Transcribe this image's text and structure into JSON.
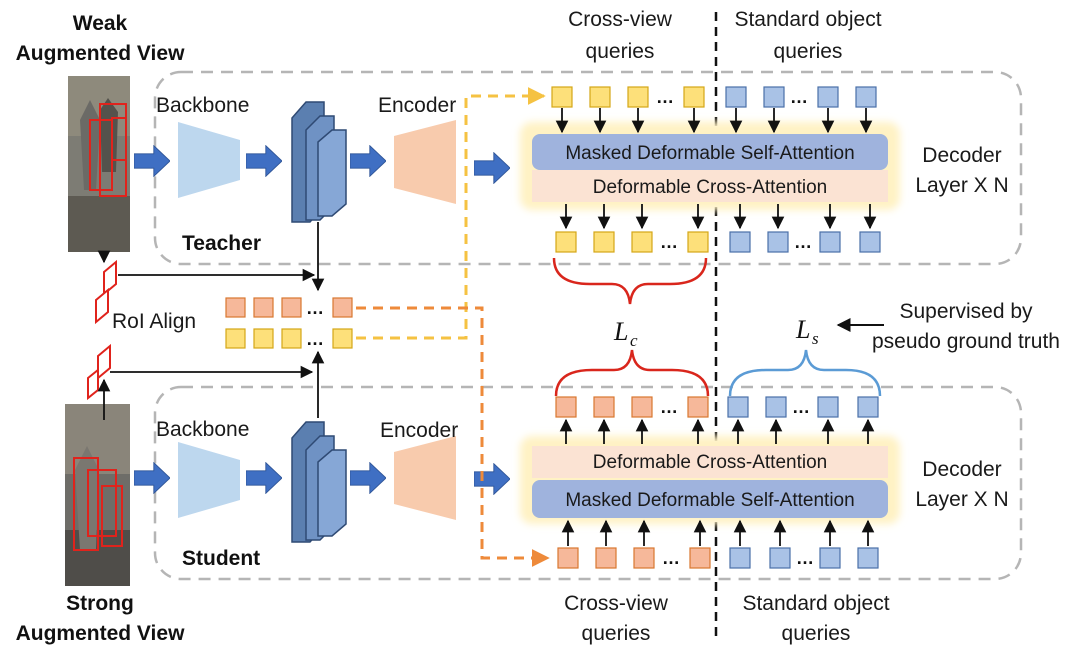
{
  "labels": {
    "weak_view": [
      "Weak",
      "Augmented View"
    ],
    "strong_view": [
      "Strong",
      "Augmented View"
    ],
    "backbone": "Backbone",
    "encoder": "Encoder",
    "teacher": "Teacher",
    "student": "Student",
    "roi_align": "RoI Align",
    "decoder": [
      "Decoder",
      "Layer X N"
    ],
    "cross_view_queries": [
      "Cross-view",
      "queries"
    ],
    "standard_queries": [
      "Standard object",
      "queries"
    ],
    "masked_self_attention": "Masked Deformable Self-Attention",
    "cross_attention": "Deformable Cross-Attention",
    "supervised": [
      "Supervised by",
      "pseudo ground truth"
    ],
    "loss_c": "L",
    "loss_c_sub": "c",
    "loss_s": "L",
    "loss_s_sub": "s",
    "ellipsis": "…"
  },
  "colors": {
    "yellow_query": "#fde07a",
    "orange_query": "#f6b89a",
    "blue_query": "#a9c2e6",
    "self_attention_bar": "#9fb3dd",
    "cross_attention_bar": "#fbe3d3",
    "decoder_glow": "#fff2c4",
    "arrow_blue": "#3f6fc3",
    "dashed_yellow": "#f5c242",
    "dashed_orange": "#ee8a3a",
    "loss_c_brace": "#d9261c",
    "loss_s_brace": "#5b9bd5"
  }
}
